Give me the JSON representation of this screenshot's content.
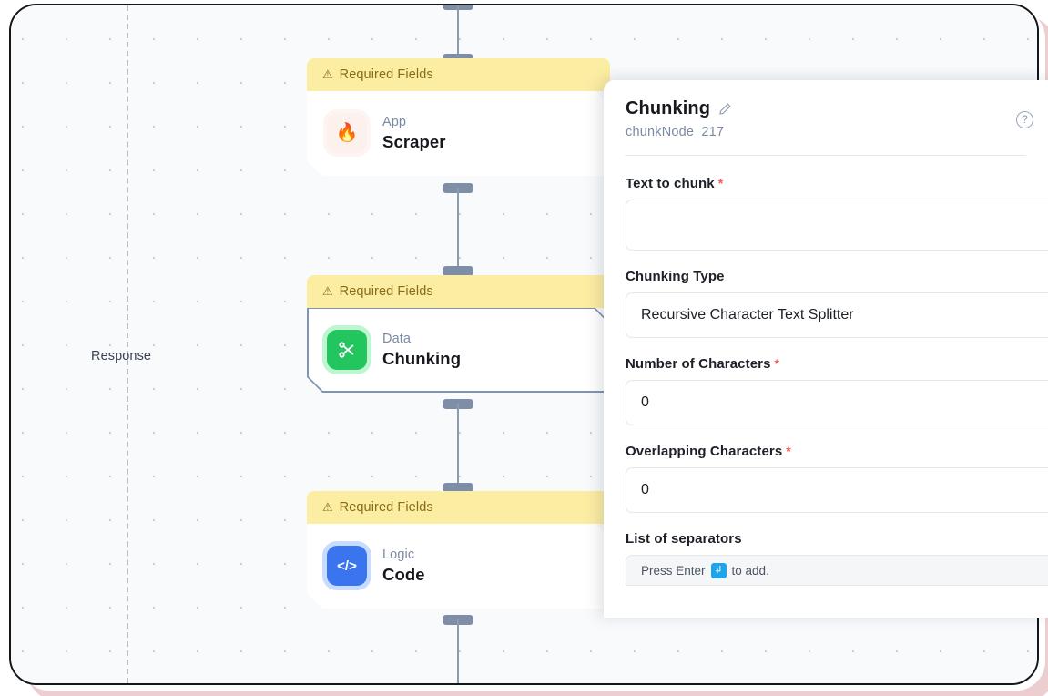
{
  "canvas": {
    "lane_label": "Response",
    "nodes": [
      {
        "banner": "Required Fields",
        "banner_icon": "warning-triangle-icon",
        "kind": "App",
        "title": "Scraper",
        "icon": "fire-icon",
        "icon_glyph": "🔥",
        "selected": false
      },
      {
        "banner": "Required Fields",
        "banner_icon": "warning-triangle-icon",
        "kind": "Data",
        "title": "Chunking",
        "icon": "scissors-icon",
        "icon_glyph": "✂",
        "selected": true
      },
      {
        "banner": "Required Fields",
        "banner_icon": "warning-triangle-icon",
        "kind": "Logic",
        "title": "Code",
        "icon": "code-brackets-icon",
        "icon_glyph": "</>",
        "selected": false
      }
    ]
  },
  "panel": {
    "title": "Chunking",
    "edit_icon": "pencil-icon",
    "subtitle": "chunkNode_217",
    "help_icon": "question-mark-icon",
    "help_glyph": "?",
    "fields": [
      {
        "label": "Text to chunk",
        "required": true,
        "value": "",
        "type": "textarea"
      },
      {
        "label": "Chunking Type",
        "required": false,
        "value": "Recursive Character Text Splitter",
        "type": "select"
      },
      {
        "label": "Number of Characters",
        "required": true,
        "value": "0",
        "type": "number"
      },
      {
        "label": "Overlapping Characters",
        "required": true,
        "value": "0",
        "type": "number"
      },
      {
        "label": "List of separators",
        "required": false,
        "value": "",
        "type": "tags",
        "hint_before": "Press Enter",
        "hint_key": "↲",
        "hint_after": "to add."
      }
    ]
  },
  "colors": {
    "banner_bg": "#fbeda2",
    "banner_text": "#8a6b16",
    "selected_border": "#8095b3",
    "required_star": "#f45d5d",
    "data_icon": "#22c55e",
    "logic_icon": "#3b74ef",
    "enter_key": "#1ea5e9",
    "rose_edge": "#eccdd0"
  }
}
